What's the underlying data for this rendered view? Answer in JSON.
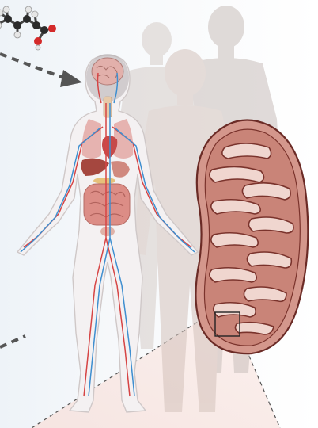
{
  "figure": {
    "caption": "",
    "components": [
      "molecule",
      "human-body-anatomy",
      "population-silhouettes",
      "mitochondrion"
    ]
  },
  "colors": {
    "background_left": "#f2f5f9",
    "silhouette": "#ccc3bf",
    "skin_light": "#efe3dd",
    "mitochondrion_outer": "#d4978c",
    "mitochondrion_cristae": "#b8675c",
    "mitochondrion_stroke": "#6b2b26",
    "artery": "#d64545",
    "vein": "#3f8fd0",
    "organ": "#d98880",
    "brain": "#e0b1ad",
    "arrow": "#555555",
    "zoom_wedge": "#f6e6e3",
    "atom_carbon": "#2b2b2b",
    "atom_hydrogen": "#e0e0e0",
    "atom_oxygen": "#d42a2a"
  },
  "icons": {
    "molecule": "molecule-icon",
    "zoom": "zoom-box-icon",
    "arrow": "arrow-head-icon"
  }
}
